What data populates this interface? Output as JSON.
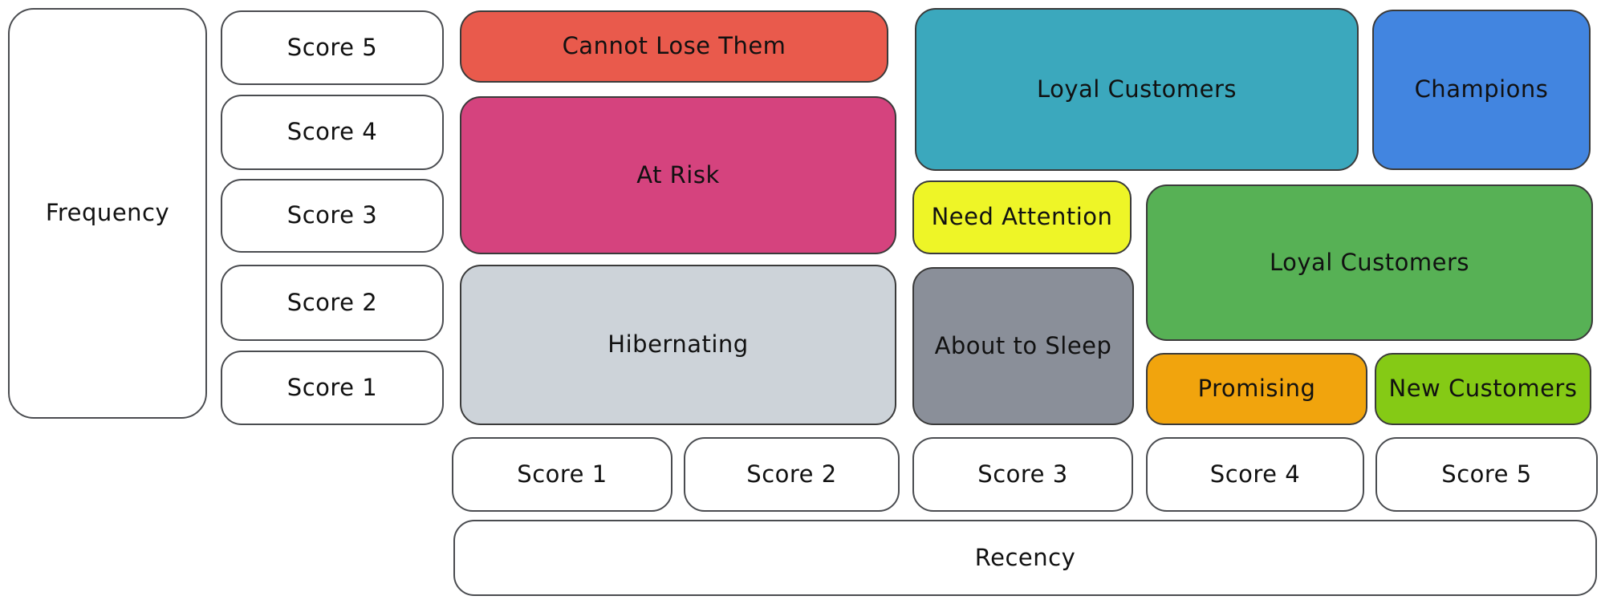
{
  "styles": {
    "background": "#ffffff",
    "stroke": "#3a3a3a",
    "text": "#111111",
    "axis_box_fill": "#ffffff"
  },
  "y_axis": {
    "label": "Frequency",
    "scores": [
      "Score 5",
      "Score 4",
      "Score 3",
      "Score 2",
      "Score 1"
    ]
  },
  "x_axis": {
    "label": "Recency",
    "scores": [
      "Score 1",
      "Score 2",
      "Score 3",
      "Score 4",
      "Score 5"
    ]
  },
  "segments": [
    {
      "label": "Cannot Lose Them",
      "color": "#e95a4c",
      "recency": "1-2",
      "frequency": "5"
    },
    {
      "label": "At Risk",
      "color": "#d5437e",
      "recency": "1-2",
      "frequency": "3-4"
    },
    {
      "label": "Hibernating",
      "color": "#cdd3d9",
      "recency": "1-2",
      "frequency": "1-2"
    },
    {
      "label": "Loyal Customers",
      "color": "#3ba8bd",
      "recency": "3-4",
      "frequency": "4-5"
    },
    {
      "label": "Champions",
      "color": "#4285e0",
      "recency": "5",
      "frequency": "4-5"
    },
    {
      "label": "Need Attention",
      "color": "#eef527",
      "recency": "3",
      "frequency": "3"
    },
    {
      "label": "About to Sleep",
      "color": "#8a8f99",
      "recency": "3",
      "frequency": "1-2"
    },
    {
      "label": "Loyal Customers",
      "color": "#57b155",
      "recency": "4-5",
      "frequency": "2-3"
    },
    {
      "label": "Promising",
      "color": "#f1a40d",
      "recency": "4",
      "frequency": "1"
    },
    {
      "label": "New Customers",
      "color": "#85ca15",
      "recency": "5",
      "frequency": "1"
    }
  ]
}
